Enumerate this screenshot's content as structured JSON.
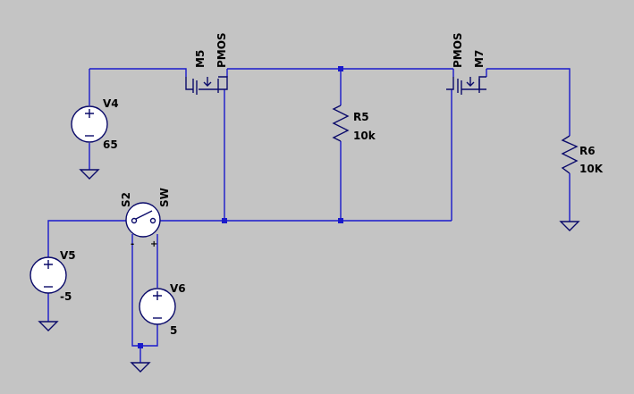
{
  "components": {
    "v4": {
      "name": "V4",
      "value": "65"
    },
    "v5": {
      "name": "V5",
      "value": "-5"
    },
    "v6": {
      "name": "V6",
      "value": "5"
    },
    "m5": {
      "name": "M5",
      "model": "PMOS"
    },
    "m7": {
      "name": "M7",
      "model": "PMOS"
    },
    "r5": {
      "name": "R5",
      "value": "10k"
    },
    "r6": {
      "name": "R6",
      "value": "10K"
    },
    "s2": {
      "name": "S2",
      "model": "SW",
      "minus": "-",
      "plus": "+"
    }
  },
  "colors": {
    "background": "#c4c4c4",
    "wire": "#1a1acb",
    "component": "#0a0a6a",
    "text": "#000000"
  }
}
